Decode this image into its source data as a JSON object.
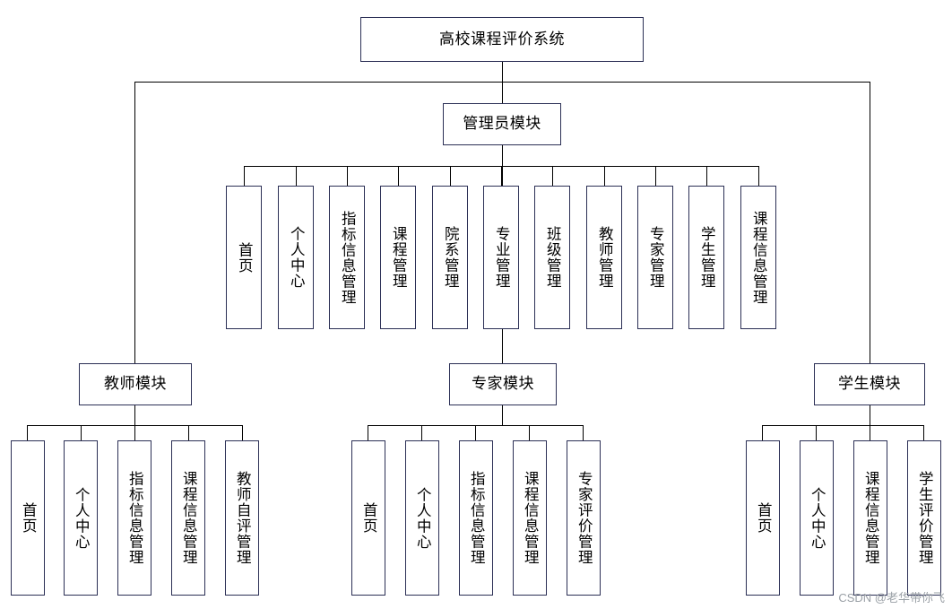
{
  "diagram": {
    "title": "高校课程评价系统",
    "root": {
      "label": "高校课程评价系统"
    },
    "modules": {
      "admin": {
        "label": "管理员模块"
      },
      "teacher": {
        "label": "教师模块"
      },
      "expert": {
        "label": "专家模块"
      },
      "student": {
        "label": "学生模块"
      }
    },
    "admin_items": [
      {
        "label": "首页"
      },
      {
        "label": "个人中心"
      },
      {
        "label": "指标信息管理"
      },
      {
        "label": "课程管理"
      },
      {
        "label": "院系管理"
      },
      {
        "label": "专业管理"
      },
      {
        "label": "班级管理"
      },
      {
        "label": "教师管理"
      },
      {
        "label": "专家管理"
      },
      {
        "label": "学生管理"
      },
      {
        "label": "课程信息管理"
      }
    ],
    "teacher_items": [
      {
        "label": "首页"
      },
      {
        "label": "个人中心"
      },
      {
        "label": "指标信息管理"
      },
      {
        "label": "课程信息管理"
      },
      {
        "label": "教师自评管理"
      }
    ],
    "expert_items": [
      {
        "label": "首页"
      },
      {
        "label": "个人中心"
      },
      {
        "label": "指标信息管理"
      },
      {
        "label": "课程信息管理"
      },
      {
        "label": "专家评价管理"
      }
    ],
    "student_items": [
      {
        "label": "首页"
      },
      {
        "label": "个人中心"
      },
      {
        "label": "课程信息管理"
      },
      {
        "label": "学生评价管理"
      }
    ],
    "watermark": "CSDN @老华带你飞"
  }
}
